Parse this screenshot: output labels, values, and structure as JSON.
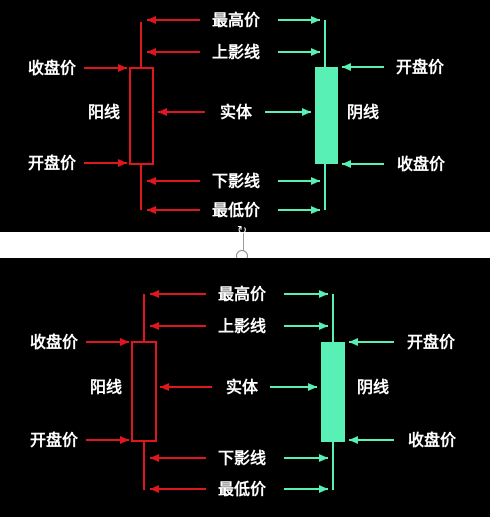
{
  "labels": {
    "highest": "最高价",
    "upper_shadow": "上影线",
    "body": "实体",
    "lower_shadow": "下影线",
    "lowest": "最低价",
    "close": "收盘价",
    "open": "开盘价",
    "bullish": "阳线",
    "bearish": "阴线"
  },
  "colors": {
    "bullish": "#e0161e",
    "bearish": "#59f0b5",
    "text": "#ffffff",
    "background": "#000000"
  },
  "icons": {
    "rotate": "↻"
  }
}
